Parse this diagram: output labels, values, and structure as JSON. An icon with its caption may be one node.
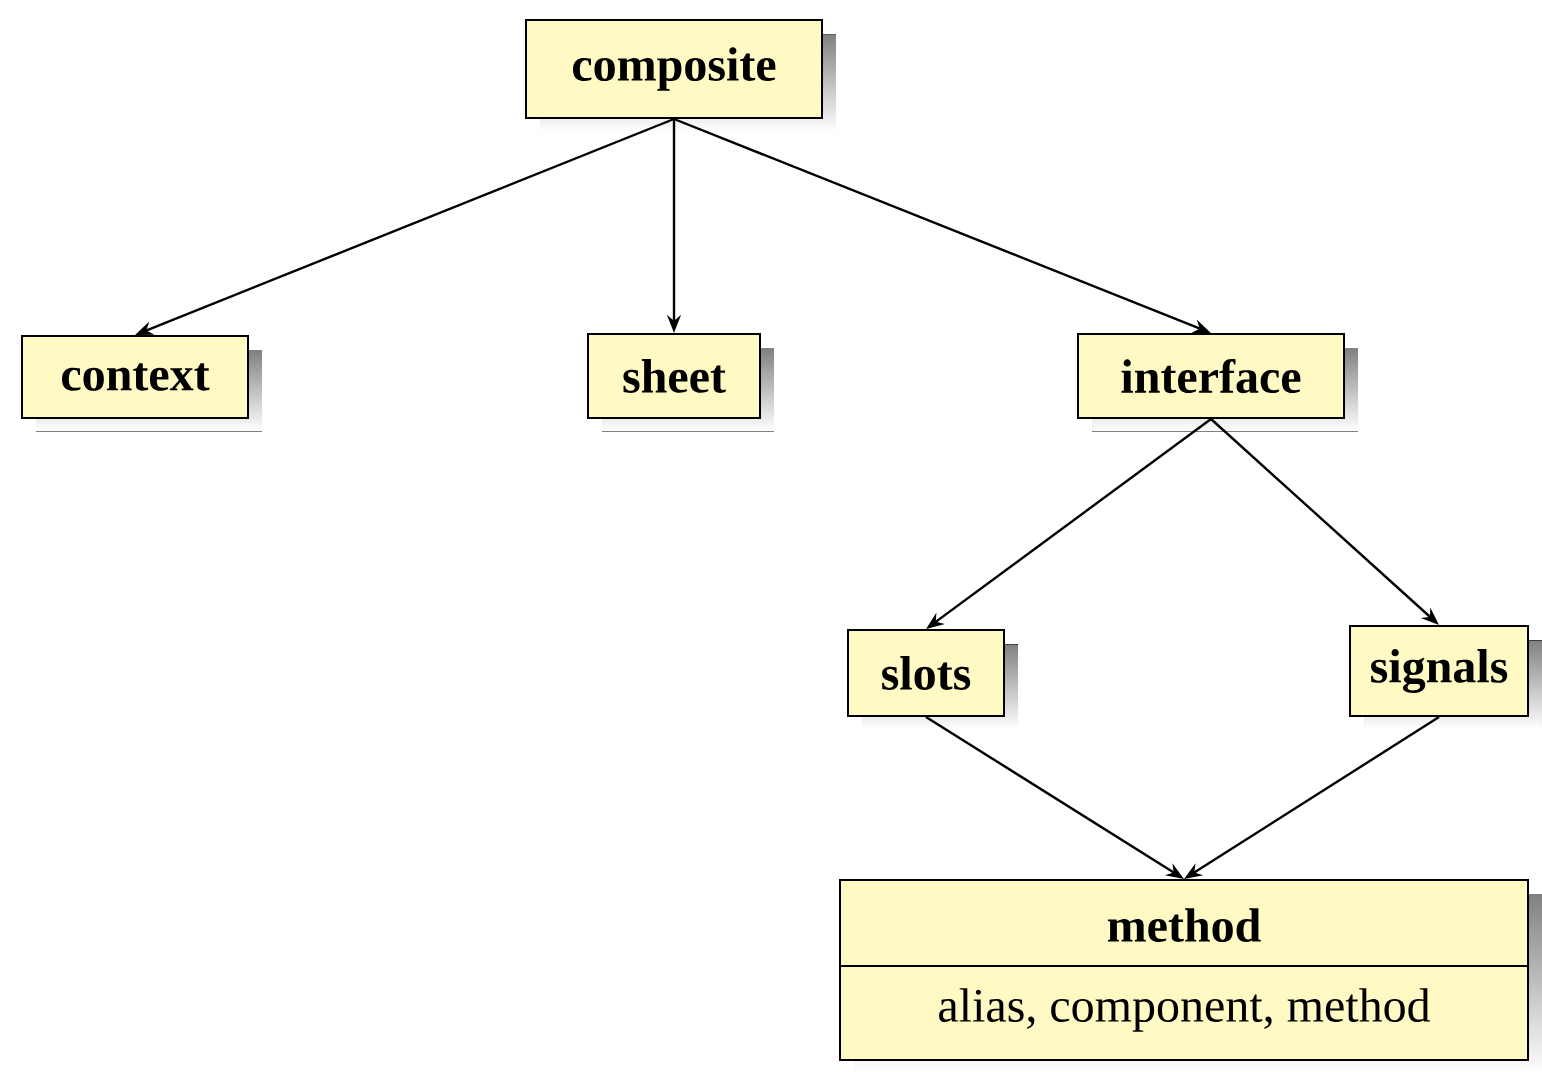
{
  "diagram": {
    "nodes": [
      {
        "text": [
          "composite"
        ]
      },
      {
        "text": [
          "context"
        ]
      },
      {
        "text": [
          "sheet"
        ]
      },
      {
        "text": [
          "interface"
        ]
      },
      {
        "text": [
          "slots"
        ]
      },
      {
        "text": [
          "signals"
        ]
      },
      {
        "text": [
          "method",
          "alias, component, method"
        ]
      }
    ],
    "edges": [
      {
        "from": 0,
        "to": 1,
        "arrow": "to"
      },
      {
        "from": 0,
        "to": 2,
        "arrow": "to"
      },
      {
        "from": 0,
        "to": 3,
        "arrow": "to"
      },
      {
        "from": 3,
        "to": 4,
        "arrow": "to"
      },
      {
        "from": 3,
        "to": 5,
        "arrow": "to"
      },
      {
        "from": 4,
        "to": 6,
        "arrow": "to"
      },
      {
        "from": 5,
        "to": 6,
        "arrow": "to"
      }
    ]
  }
}
